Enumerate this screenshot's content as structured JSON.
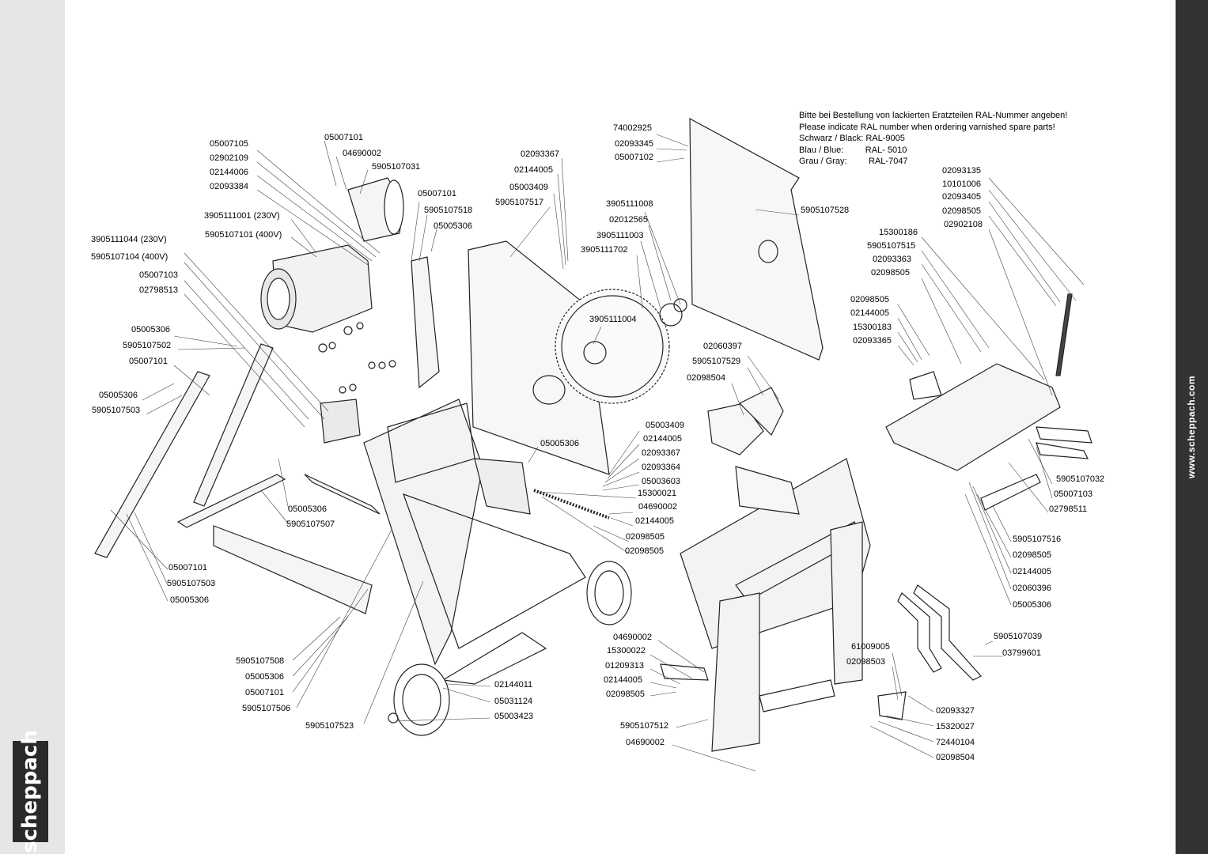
{
  "brand": {
    "logo_text": "scheppach",
    "url": "www.scheppach.com"
  },
  "note": {
    "lines": [
      "Bitte bei Bestellung von lackierten Eratzteilen RAL-Nummer angeben!",
      "Please indicate RAL number when ordering varnished spare parts!",
      "Schwarz / Black: RAL-9005",
      "Blau / Blue:         RAL- 5010",
      "Grau / Gray:         RAL-7047"
    ]
  },
  "part_labels": [
    "05007105",
    "02902109",
    "02144006",
    "02093384",
    "05007101",
    "04690002",
    "5905107031",
    "3905111001 (230V)",
    "5905107101 (400V)",
    "3905111044 (230V)",
    "5905107104 (400V)",
    "05007103",
    "02798513",
    "05007101",
    "5905107518",
    "05005306",
    "02093367",
    "02144005",
    "05003409",
    "5905107517",
    "74002925",
    "02093345",
    "05007102",
    "3905111008",
    "02012565",
    "3905111003",
    "3905111702",
    "3905111004",
    "5905107528",
    "02093135",
    "10101006",
    "02093405",
    "02098505",
    "02902108",
    "15300186",
    "5905107515",
    "02093363",
    "02098505",
    "02098505",
    "02144005",
    "15300183",
    "02093365",
    "02060397",
    "5905107529",
    "02098504",
    "05005306",
    "5905107502",
    "05007101",
    "05005306",
    "5905107503",
    "05003409",
    "02144005",
    "02093367",
    "02093364",
    "05003603",
    "15300021",
    "04690002",
    "02144005",
    "02098505",
    "02098505",
    "05005306",
    "05005306",
    "5905107507",
    "05007101",
    "5905107503",
    "05005306",
    "5905107508",
    "05005306",
    "05007101",
    "5905107506",
    "5905107523",
    "02144011",
    "05031124",
    "05003423",
    "04690002",
    "15300022",
    "01209313",
    "02144005",
    "02098505",
    "5905107512",
    "04690002",
    "61009005",
    "02098503",
    "02093327",
    "15320027",
    "72440104",
    "02098504",
    "5905107039",
    "03799601",
    "5905107032",
    "05007103",
    "02798511",
    "5905107516",
    "02098505",
    "02144005",
    "02060396",
    "05005306"
  ]
}
